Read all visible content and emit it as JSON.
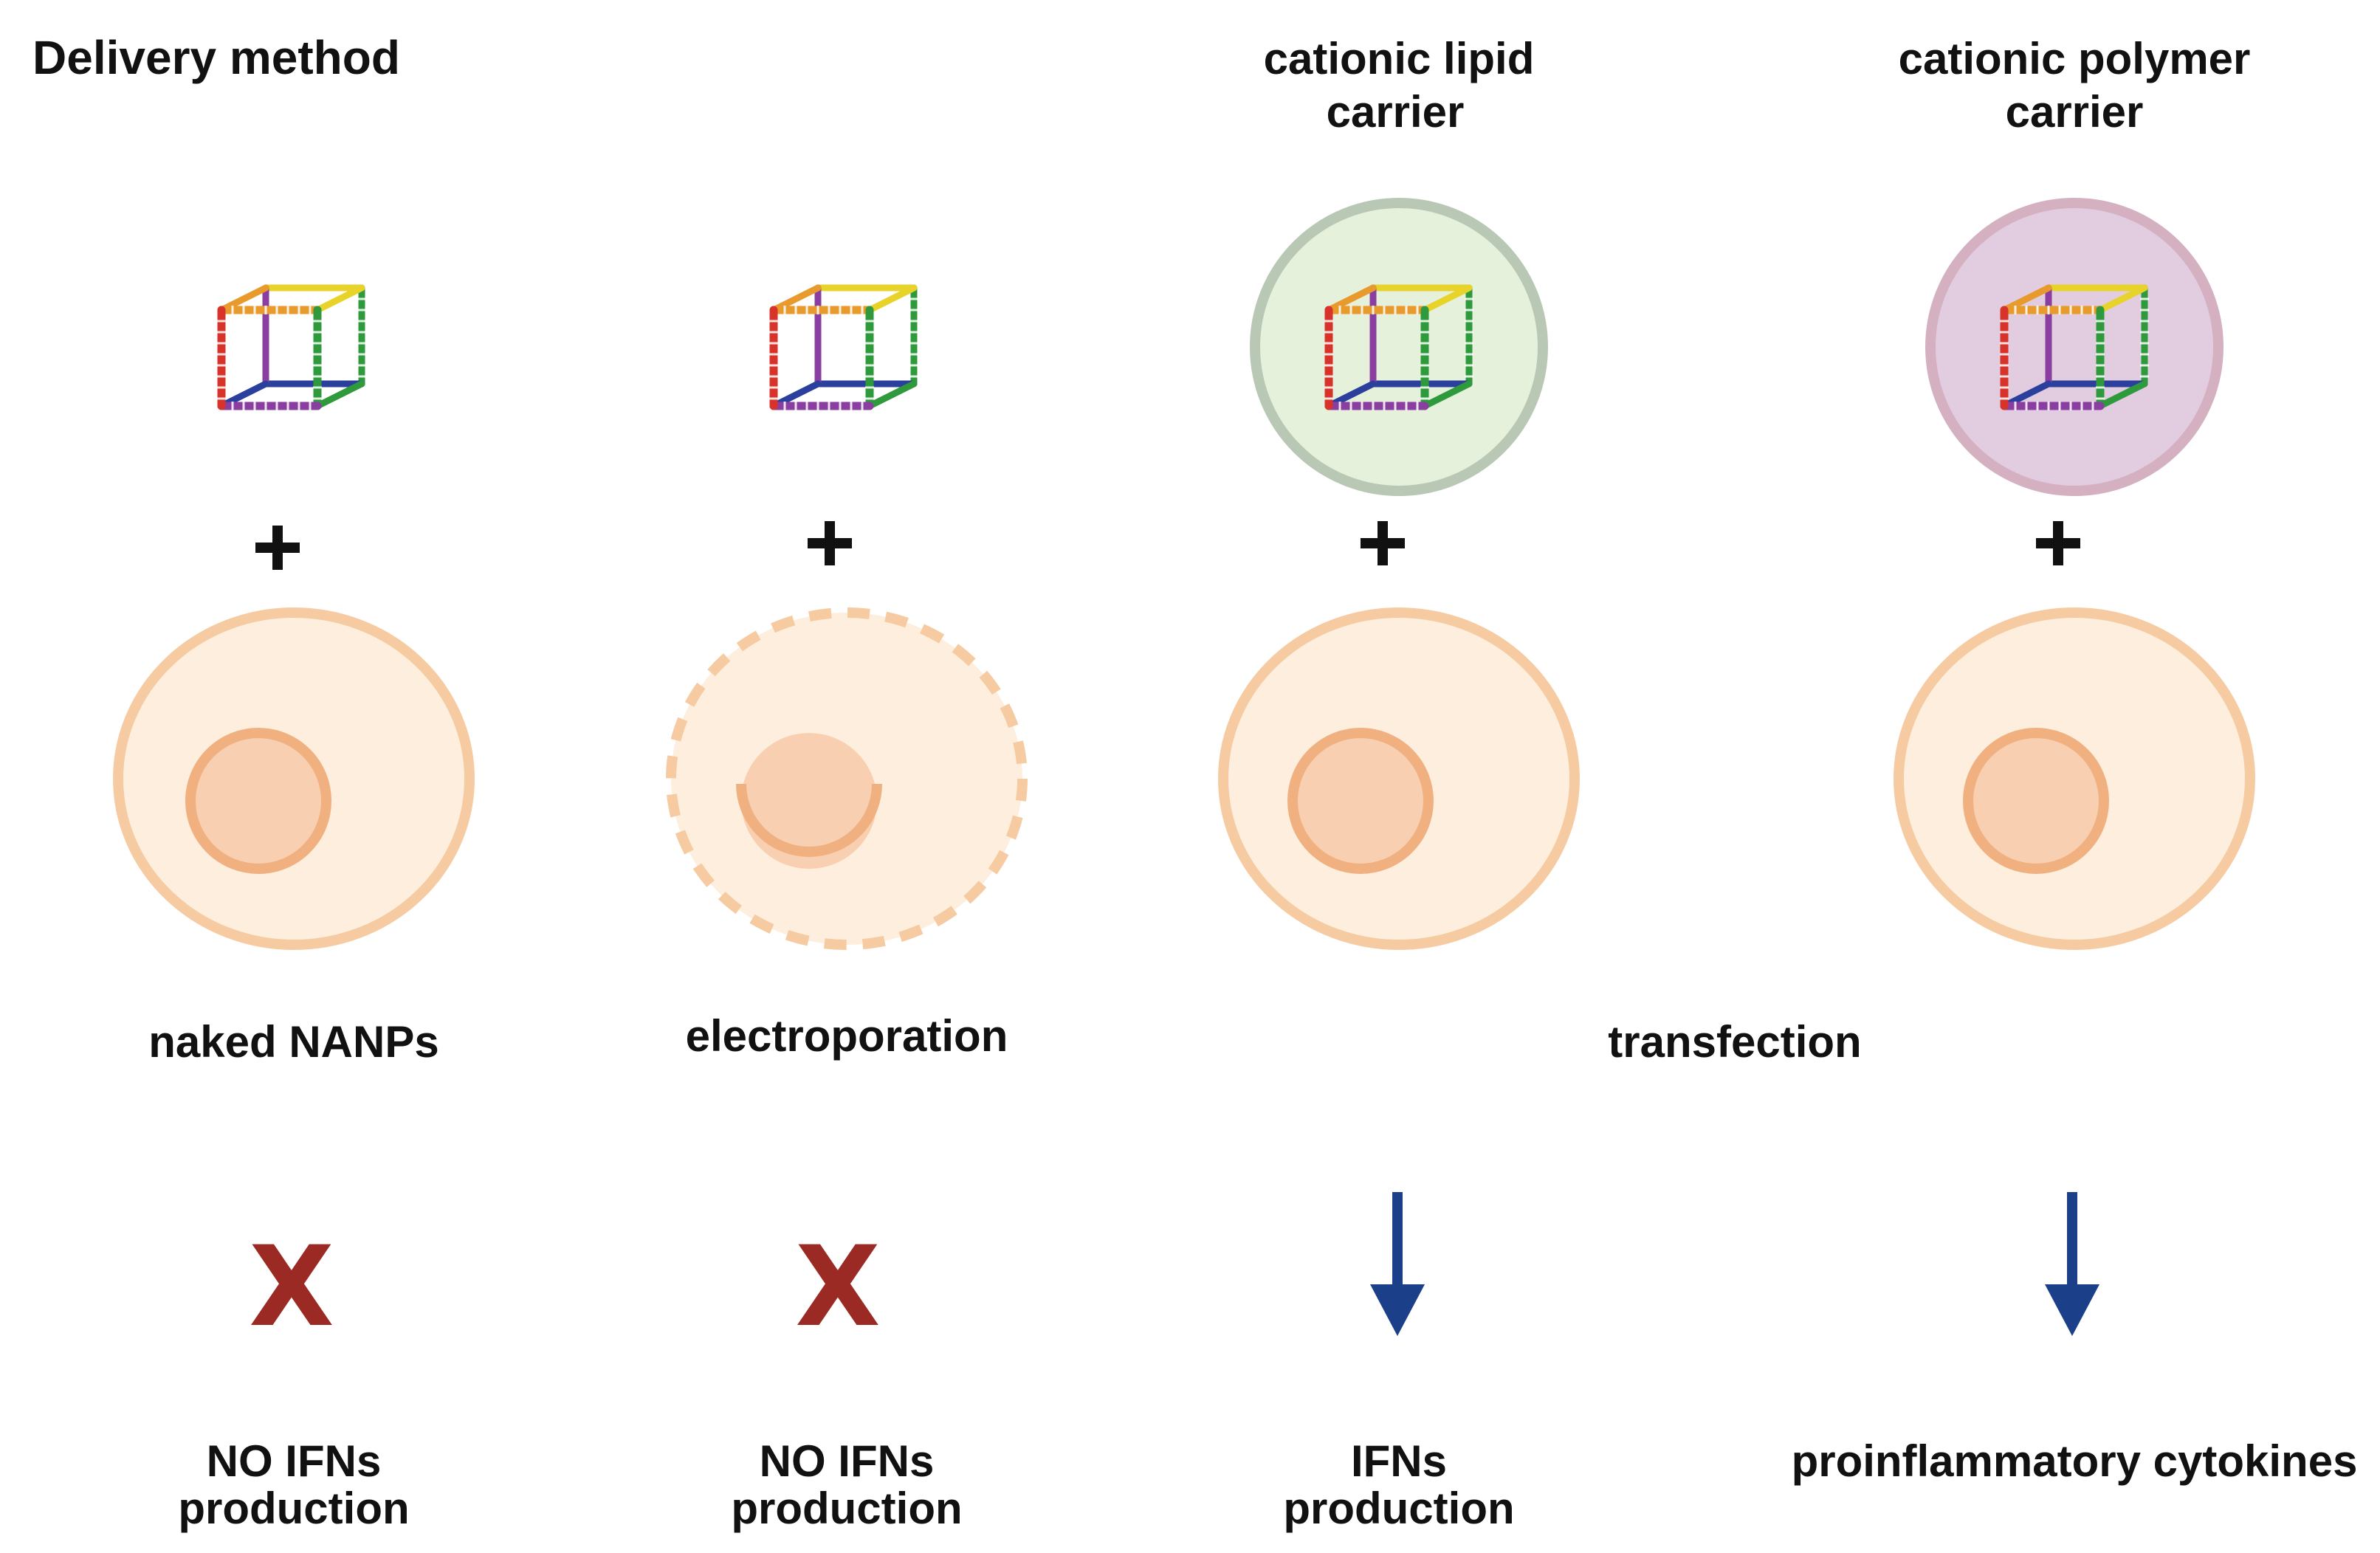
{
  "title": "Delivery method",
  "columns": [
    {
      "carrier_lines": [],
      "carrier": "none",
      "cell_membrane": "solid",
      "method_label": "naked NANPs",
      "outcome_symbol": "x",
      "outcome_lines": [
        "NO IFNs",
        "production"
      ]
    },
    {
      "carrier_lines": [],
      "carrier": "none",
      "cell_membrane": "dashed",
      "method_label": "electroporation",
      "outcome_symbol": "x",
      "outcome_lines": [
        "NO IFNs",
        "production"
      ]
    },
    {
      "carrier_lines": [
        "cationic lipid",
        "carrier"
      ],
      "carrier": "lipid",
      "cell_membrane": "solid",
      "method_label": "",
      "outcome_symbol": "arrow",
      "outcome_lines": [
        "IFNs",
        "production"
      ]
    },
    {
      "carrier_lines": [
        "cationic polymer",
        "carrier"
      ],
      "carrier": "polymer",
      "cell_membrane": "solid",
      "method_label": "",
      "outcome_symbol": "arrow",
      "outcome_lines": [
        "proinflammatory cytokines"
      ]
    }
  ],
  "shared_label": "transfection",
  "plus_sign": "+",
  "colors": {
    "x_mark": "#9b2a24",
    "arrow": "#1c3f8a",
    "cell_fill": "#fdeede",
    "cell_stroke": "#f6cba2",
    "nucleus_fill": "#f8cfb0",
    "nucleus_stroke": "#f0b080",
    "lipid_fill": "#e6f1dc",
    "lipid_stroke": "#b8c8b4",
    "polymer_fill": "#e2cde0",
    "polymer_stroke": "#d4b0c0",
    "strand_colors": [
      "#d8332a",
      "#e89b2c",
      "#e8d32a",
      "#2e9a3c",
      "#2b3f9c",
      "#8a3fa0"
    ]
  }
}
